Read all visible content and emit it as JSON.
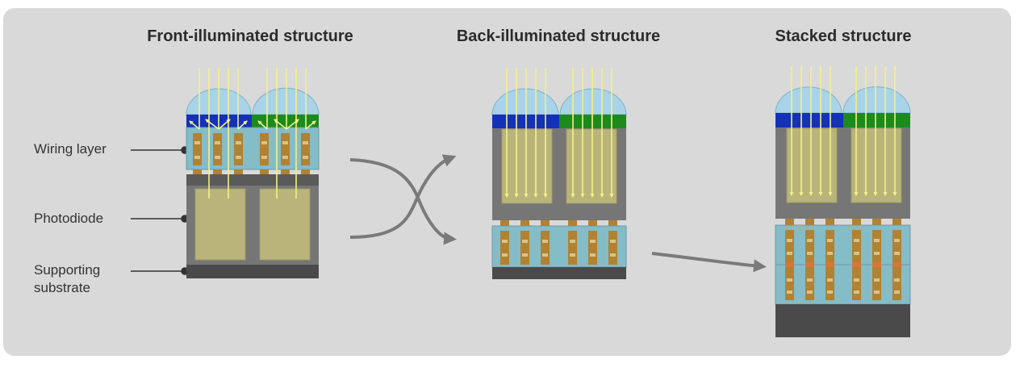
{
  "titles": {
    "front": "Front-illuminated structure",
    "back": "Back-illuminated structure",
    "stacked": "Stacked structure"
  },
  "labels": {
    "wiring": "Wiring layer",
    "photodiode": "Photodiode",
    "supporting_line1": "Supporting",
    "supporting_line2": "substrate"
  },
  "colors": {
    "background": "#d9d9d9",
    "lens": "#a9d3e8",
    "filter_blue": "#1431b8",
    "filter_green": "#1d8a1d",
    "wiring_layer": "#84bcc8",
    "metal": "#b08232",
    "photodiode": "#b9b57a",
    "silicon": "#767676",
    "substrate": "#4a4a4a",
    "light": "#f4f08a",
    "arrow": "#7a7a7a"
  }
}
